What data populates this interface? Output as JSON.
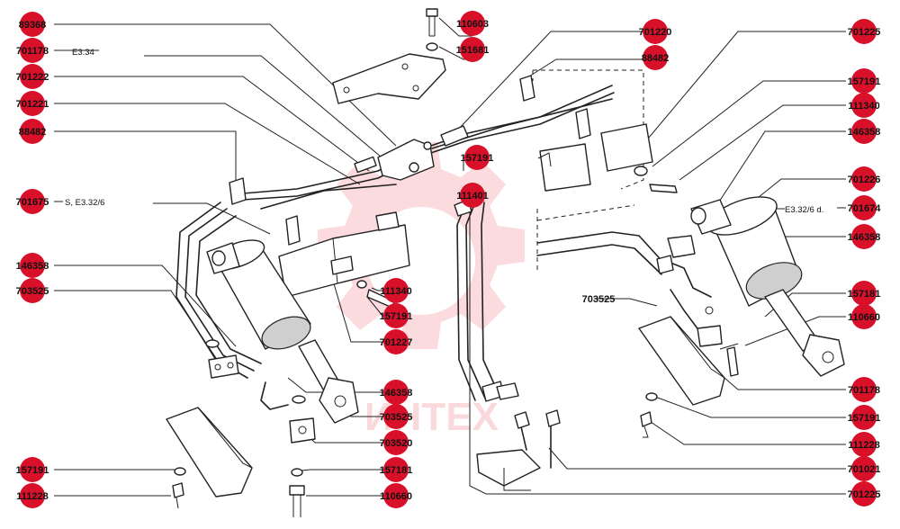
{
  "watermark": {
    "text": "ИНТЕХ",
    "color": "#e61c2e"
  },
  "badge_color": "#d8102a",
  "left_column": [
    "89368",
    "701178",
    "701222",
    "701221",
    "88482",
    "701675",
    "146358",
    "703525",
    "157191",
    "111228"
  ],
  "right_column": [
    "701225",
    "157191",
    "111340",
    "146358",
    "701226",
    "701674",
    "146358",
    "157181",
    "110660",
    "701178",
    "157191",
    "111228",
    "701021",
    "701225"
  ],
  "center_labels": [
    "110603",
    "151681",
    "701220",
    "88482",
    "157191",
    "111401",
    "111340",
    "157191",
    "701227",
    "703525",
    "146358",
    "703525",
    "703520",
    "157181",
    "110660"
  ],
  "notes": {
    "e334": "E3.34",
    "se3326": "S, E3.32/6",
    "e3326d": "E3.32/6 d."
  }
}
